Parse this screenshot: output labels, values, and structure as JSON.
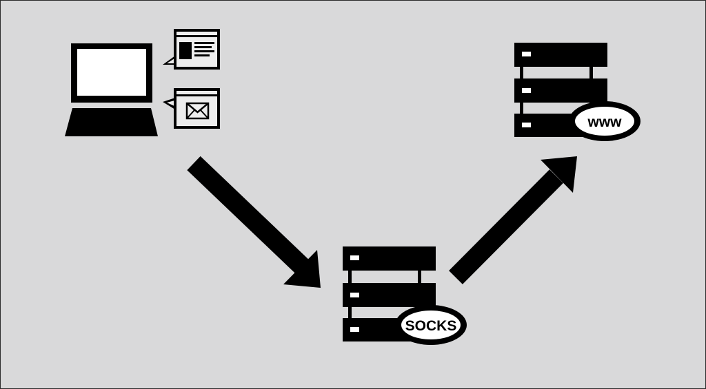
{
  "diagram": {
    "socks_label": "SOCKS",
    "www_label": "www",
    "colors": {
      "background": "#d9d9da",
      "ink": "#000000",
      "paper": "#ffffff",
      "window_fill": "#ededed"
    },
    "icons": [
      "laptop-icon",
      "web-page-window-icon",
      "mail-window-icon",
      "proxy-server-icon",
      "web-server-icon",
      "arrow-down-right",
      "arrow-up-right"
    ]
  }
}
